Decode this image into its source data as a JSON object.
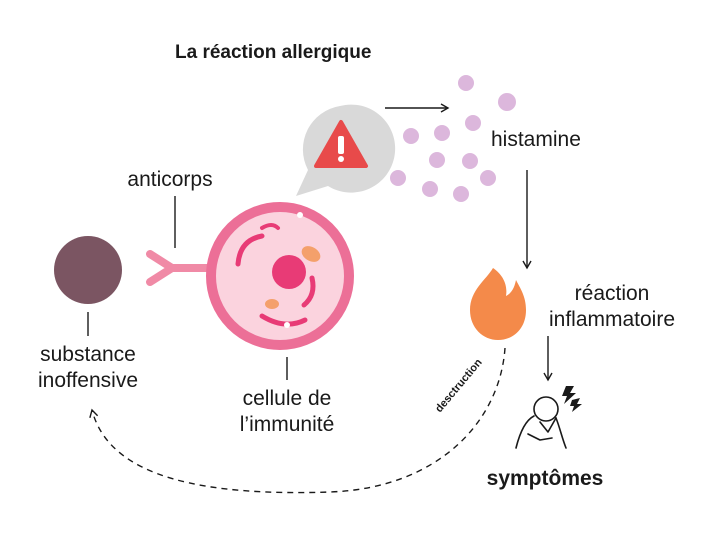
{
  "title": "La réaction allergique",
  "labels": {
    "histamine": "histamine",
    "anticorps": "anticorps",
    "substance_line1": "substance",
    "substance_line2": "inoffensive",
    "cellule_line1": "cellule de",
    "cellule_line2": "l’immunité",
    "reaction_line1": "réaction",
    "reaction_line2": "inflammatoire",
    "destruction": "desctruction",
    "symptomes": "symptômes"
  },
  "icons": {
    "warning": "warning-icon",
    "fire": "fire-icon",
    "person": "person-in-pain-icon",
    "lightning": "lightning-icon"
  },
  "colors": {
    "text": "#1a1a1a",
    "substance": "#7b5562",
    "antibody": "#f08aa6",
    "cell_ring": "#ec6f97",
    "cell_fill": "#fbd3de",
    "nucleus": "#e83b76",
    "organelle": "#f4a06b",
    "bubble": "#d9d9d9",
    "warning": "#e84a4a",
    "histamine_dot": "#dcb7dc",
    "fire": "#f48a4a"
  }
}
